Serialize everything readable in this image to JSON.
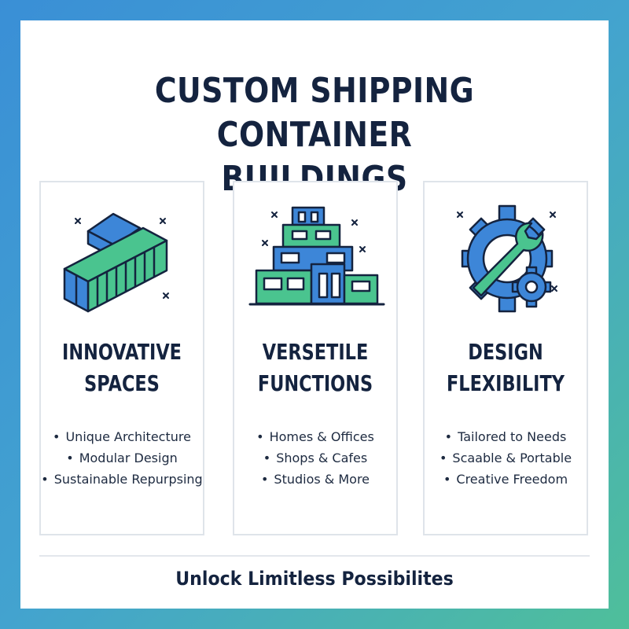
{
  "poster": {
    "title_lines": [
      "CUSTOM SHIPPING CONTAINER",
      "BUILDINGS"
    ],
    "tagline": "Unlock Limitless Possibilites"
  },
  "cards": [
    {
      "icon": "shipping-container-icon",
      "heading_lines": [
        "INNOVATIVE",
        "SPACES"
      ],
      "items": [
        "Unique Architecture",
        "Modular Design",
        "Sustainable Repurpsing"
      ]
    },
    {
      "icon": "container-building-icon",
      "heading_lines": [
        "VERSETILE",
        "FUNCTIONS"
      ],
      "items": [
        "Homes & Offices",
        "Shops & Cafes",
        "Studios & More"
      ]
    },
    {
      "icon": "gear-wrench-icon",
      "heading_lines": [
        "DESIGN",
        "FLEXIBILITY"
      ],
      "items": [
        "Tailored to Needs",
        "Scaable & Portable",
        "Creative Freedom"
      ]
    }
  ],
  "colors": {
    "background_gradient": [
      "#3a8fd6",
      "#4fbf9a"
    ],
    "text_dark": "#14233f",
    "icon_blue": "#3d86d8",
    "icon_green": "#4ac48f",
    "outline": "#14233f"
  }
}
